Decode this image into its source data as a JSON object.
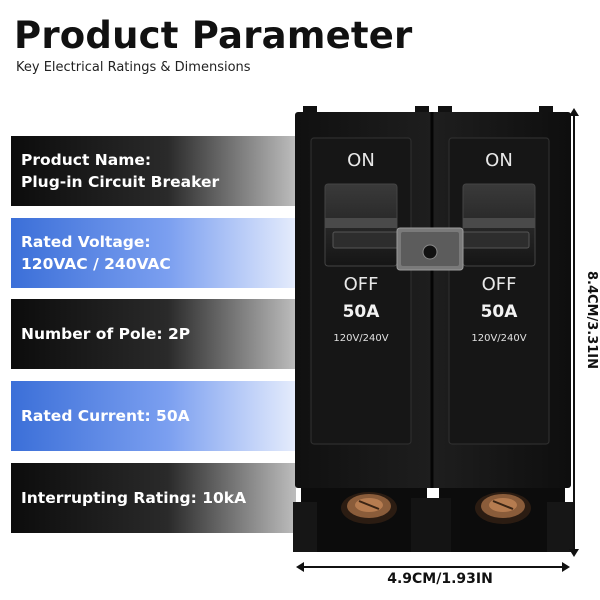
{
  "header": {
    "title": "Product Parameter",
    "subtitle": "Key Electrical Ratings & Dimensions"
  },
  "specs": [
    {
      "line1": "Product Name:",
      "line2": "Plug-in Circuit Breaker"
    },
    {
      "line1": "Rated Voltage:",
      "line2": "120VAC / 240VAC"
    },
    {
      "line1": "Number of Pole: 2P",
      "line2": ""
    },
    {
      "line1": "Rated Current: 50A",
      "line2": ""
    },
    {
      "line1": "Interrupting Rating: 10kA",
      "line2": ""
    }
  ],
  "breaker": {
    "left_pole": {
      "on": "ON",
      "off": "OFF",
      "amps": "50A",
      "volts": "120V/240V"
    },
    "right_pole": {
      "on": "ON",
      "off": "OFF",
      "amps": "50A",
      "volts": "120V/240V"
    }
  },
  "dimensions": {
    "height": "8.4CM/3.31IN",
    "width": "4.9CM/1.93IN"
  },
  "colors": {
    "dark_card": "#0c0c0c",
    "blue_card": "#3b6fd8",
    "breaker_body": "#1a1a1a"
  }
}
